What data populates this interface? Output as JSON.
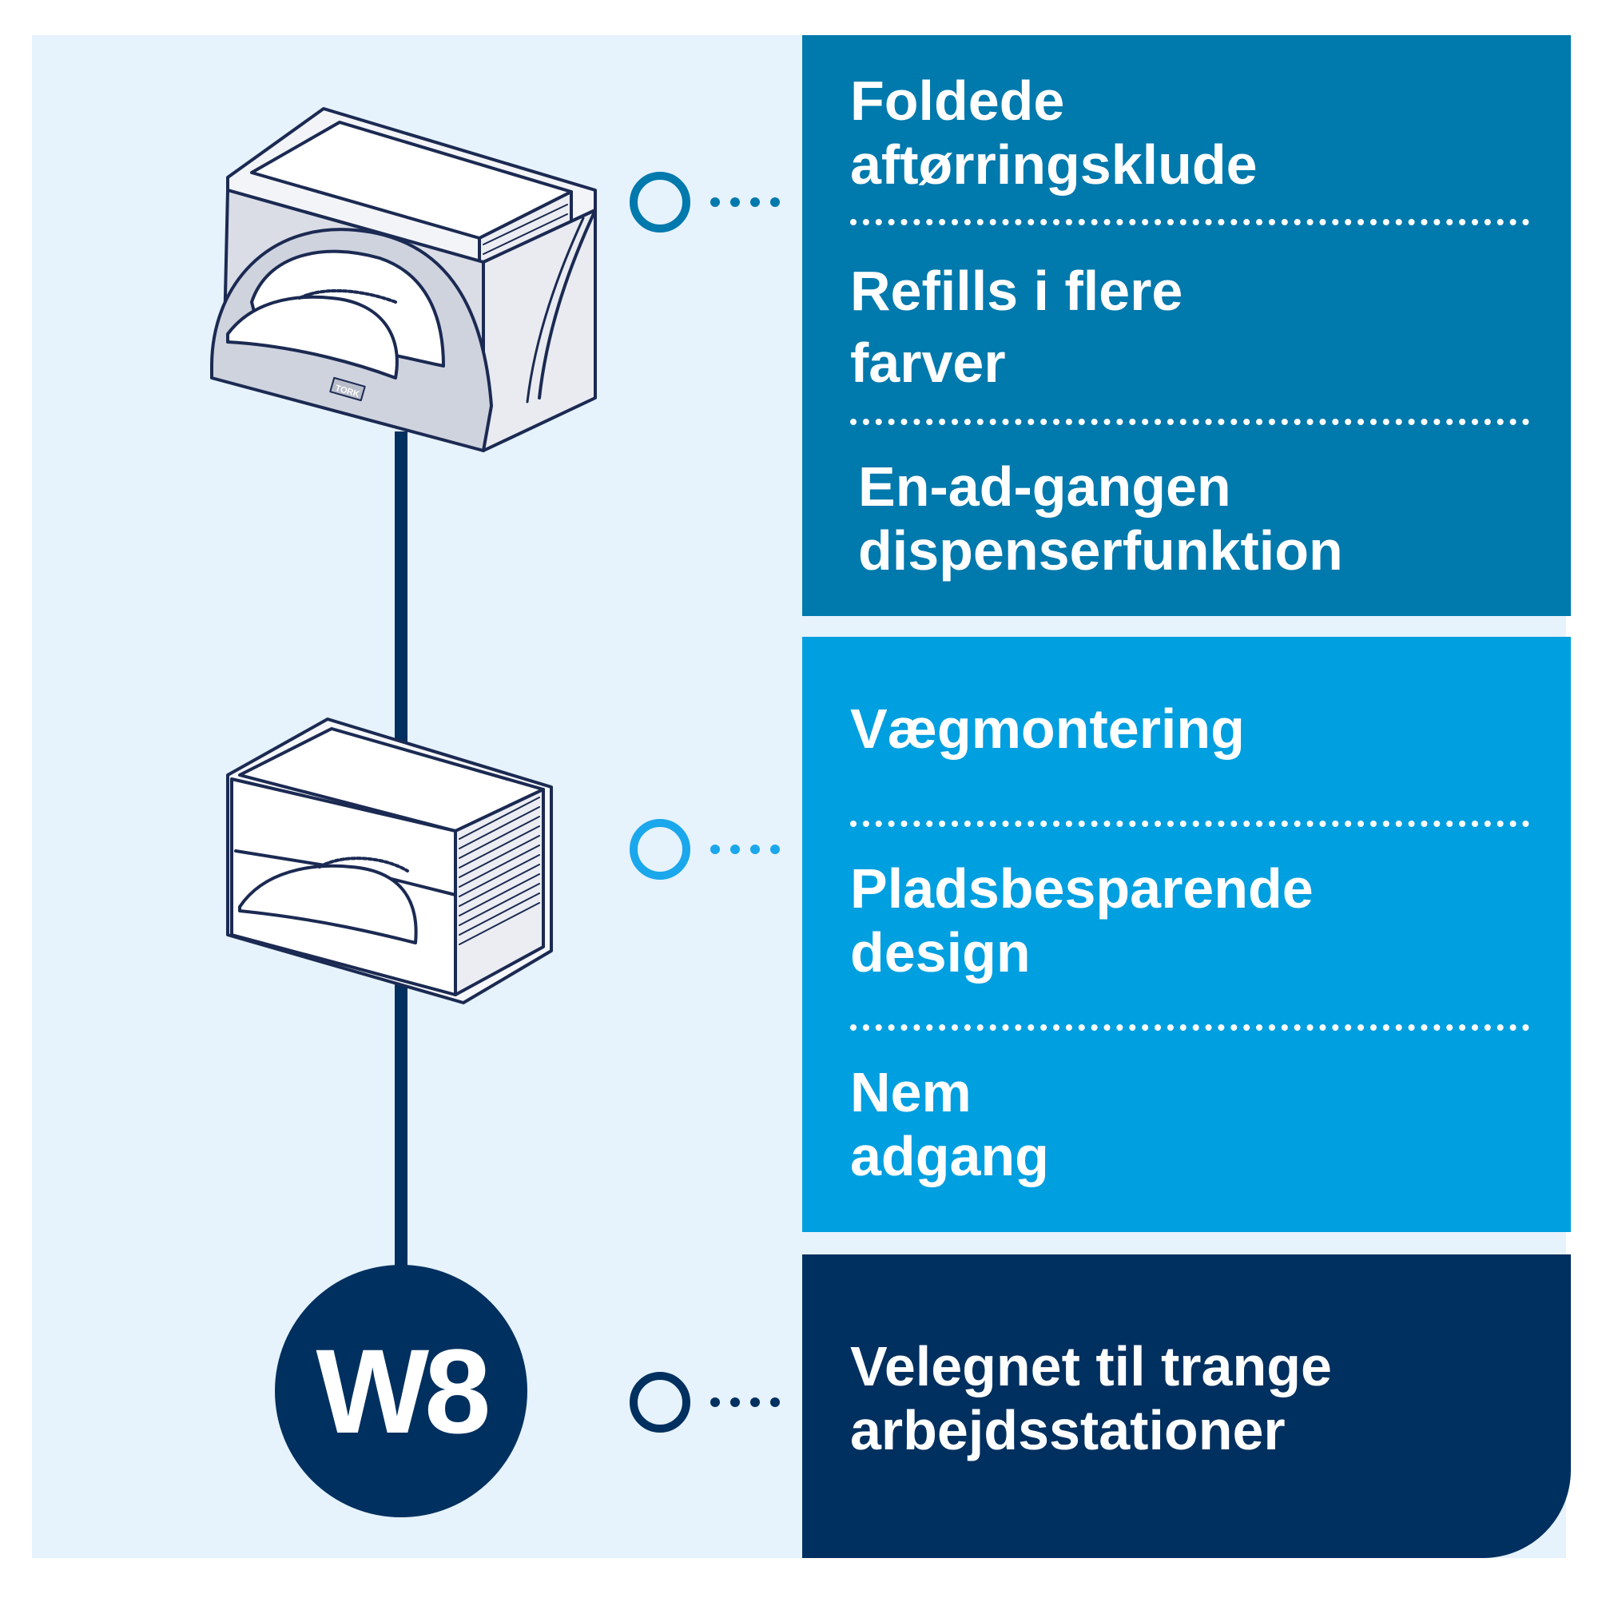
{
  "panels": [
    {
      "items": [
        {
          "text": "Foldede\naftørringsklude"
        },
        {
          "text": "Refills i flere\nfarver"
        },
        {
          "text": "En-ad-gangen\ndispenserfunktion"
        }
      ]
    },
    {
      "items": [
        {
          "text": "Vægmontering"
        },
        {
          "text": "Pladsbesparende\ndesign"
        },
        {
          "text": "Nem\nadgang"
        }
      ]
    },
    {
      "items": [
        {
          "text": "Velegnet til trange\narbejdsstationer"
        }
      ]
    }
  ],
  "badge": {
    "text": "W8"
  },
  "dispenser_brand": "TORK",
  "colors": {
    "background": "#e6f2fc",
    "panel_1": "#0079ad",
    "panel_2": "#009fe0",
    "panel_3": "#00305f",
    "connector_1": "#0079ad",
    "connector_2": "#1aa7ec",
    "connector_3": "#00305f"
  },
  "icons": [
    "dispenser-with-cover-icon",
    "open-dispenser-icon",
    "connector-ring-icon"
  ]
}
